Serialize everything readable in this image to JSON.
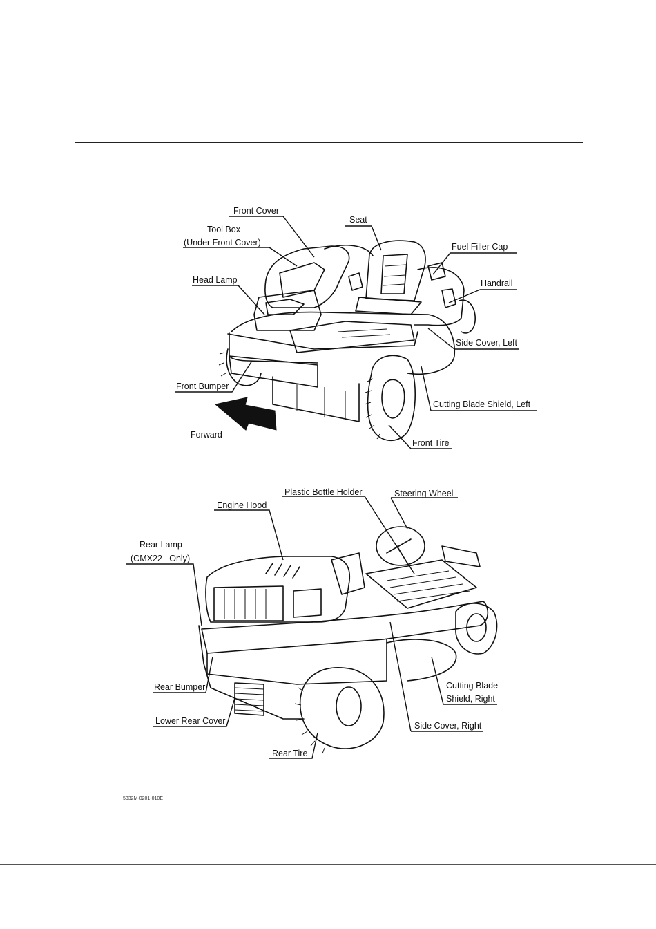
{
  "figure1": {
    "labels": {
      "front_cover": "Front Cover",
      "tool_box": "Tool Box",
      "tool_box_note": "(Under Front Cover)",
      "seat": "Seat",
      "fuel_filler_cap": "Fuel Filler Cap",
      "head_lamp": "Head Lamp",
      "handrail": "Handrail",
      "side_cover_left": "Side Cover, Left",
      "front_bumper": "Front Bumper",
      "cutting_blade_shield_left": "Cutting Blade Shield, Left",
      "forward": "Forward",
      "front_tire": "Front Tire"
    }
  },
  "figure2": {
    "labels": {
      "plastic_bottle_holder": "Plastic Bottle Holder",
      "steering_wheel": "Steering Wheel",
      "engine_hood": "Engine Hood",
      "rear_lamp": "Rear Lamp",
      "rear_lamp_note": "(CMX22   Only)",
      "rear_bumper": "Rear Bumper",
      "lower_rear_cover": "Lower Rear Cover",
      "rear_tire": "Rear Tire",
      "cutting_blade_shield_right_1": "Cutting Blade",
      "cutting_blade_shield_right_2": "Shield, Right",
      "side_cover_right": "Side Cover, Right"
    }
  },
  "figure_code": "5332M-0201-010E"
}
